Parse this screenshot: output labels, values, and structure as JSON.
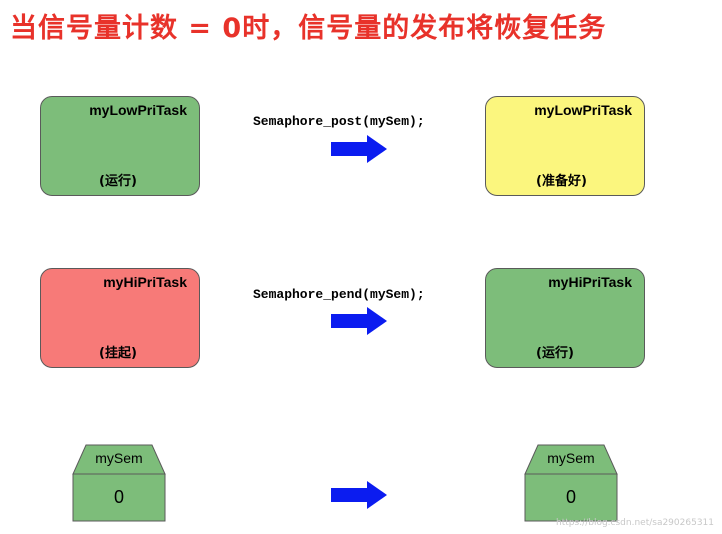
{
  "title": "当信号量计数 = 0时，信号量的发布将恢复任务",
  "rows": [
    {
      "call": "Semaphore_post(mySem);",
      "left": {
        "name": "myLowPriTask",
        "state": "(运行)",
        "color": "#7dbd7a"
      },
      "right": {
        "name": "myLowPriTask",
        "state": "(准备好)",
        "color": "#fbf67e"
      }
    },
    {
      "call": "Semaphore_pend(mySem);",
      "left": {
        "name": "myHiPriTask",
        "state": "(挂起)",
        "color": "#f77a78"
      },
      "right": {
        "name": "myHiPriTask",
        "state": "(运行)",
        "color": "#7dbd7a"
      }
    }
  ],
  "semaphore": {
    "left": {
      "label": "mySem",
      "count": "0"
    },
    "right": {
      "label": "mySem",
      "count": "0"
    },
    "color": "#7dbd7a"
  },
  "arrow_color": "#0b1cf0",
  "watermark": "https://blog.csdn.net/sa290265311"
}
